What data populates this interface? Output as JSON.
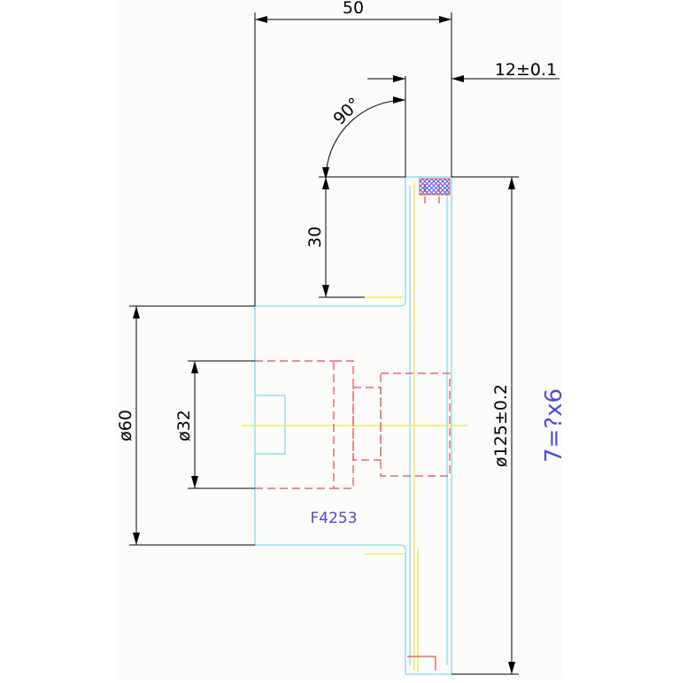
{
  "drawing": {
    "dimensions": {
      "width_top": "50",
      "thickness": "12±0.1",
      "angle": "90°",
      "height": "30",
      "dia_60": "ø60",
      "dia_32": "ø32",
      "dia_125": "ø125±0.2"
    },
    "part_label": "F4253",
    "teeth_note": "7=?x6"
  },
  "colors": {
    "dimension": "#000000",
    "outline": "#7fd8ec",
    "hidden": "#e8474f",
    "center": "#f2e14a",
    "label": "#4a4ad8",
    "hatch": "#5858e8"
  }
}
